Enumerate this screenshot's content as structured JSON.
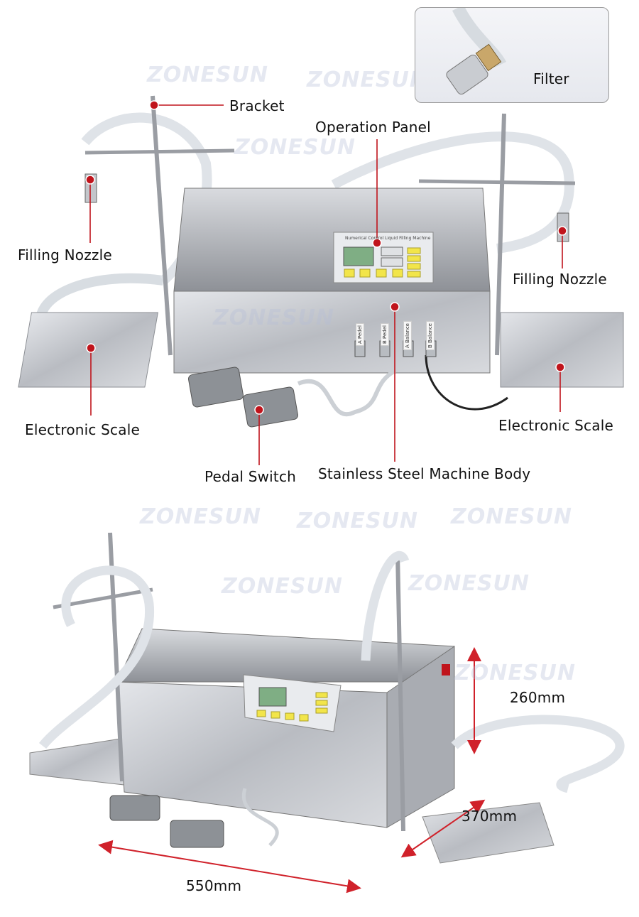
{
  "watermark": "ZONESUN",
  "labels": {
    "bracket": "Bracket",
    "operation_panel": "Operation Panel",
    "filling_nozzle_left": "Filling Nozzle",
    "filling_nozzle_right": "Filling Nozzle",
    "electronic_scale_left": "Electronic Scale",
    "electronic_scale_right": "Electronic Scale",
    "pedal_switch": "Pedal Switch",
    "machine_body": "Stainless Steel Machine Body",
    "filter": "Filter"
  },
  "panel": {
    "title": "Numerical Control Liquid Filling Machine",
    "tags": [
      "A Pedel",
      "B Pedel",
      "A Balance",
      "B Balance"
    ]
  },
  "dimensions": {
    "height": "260mm",
    "depth": "370mm",
    "width": "550mm"
  },
  "colors": {
    "callout": "#c0141c",
    "dimension_arrow": "#d0212a",
    "steel": "#c9ccd1",
    "panel_button": "#f2e54a",
    "lcd": "#7fae84"
  }
}
